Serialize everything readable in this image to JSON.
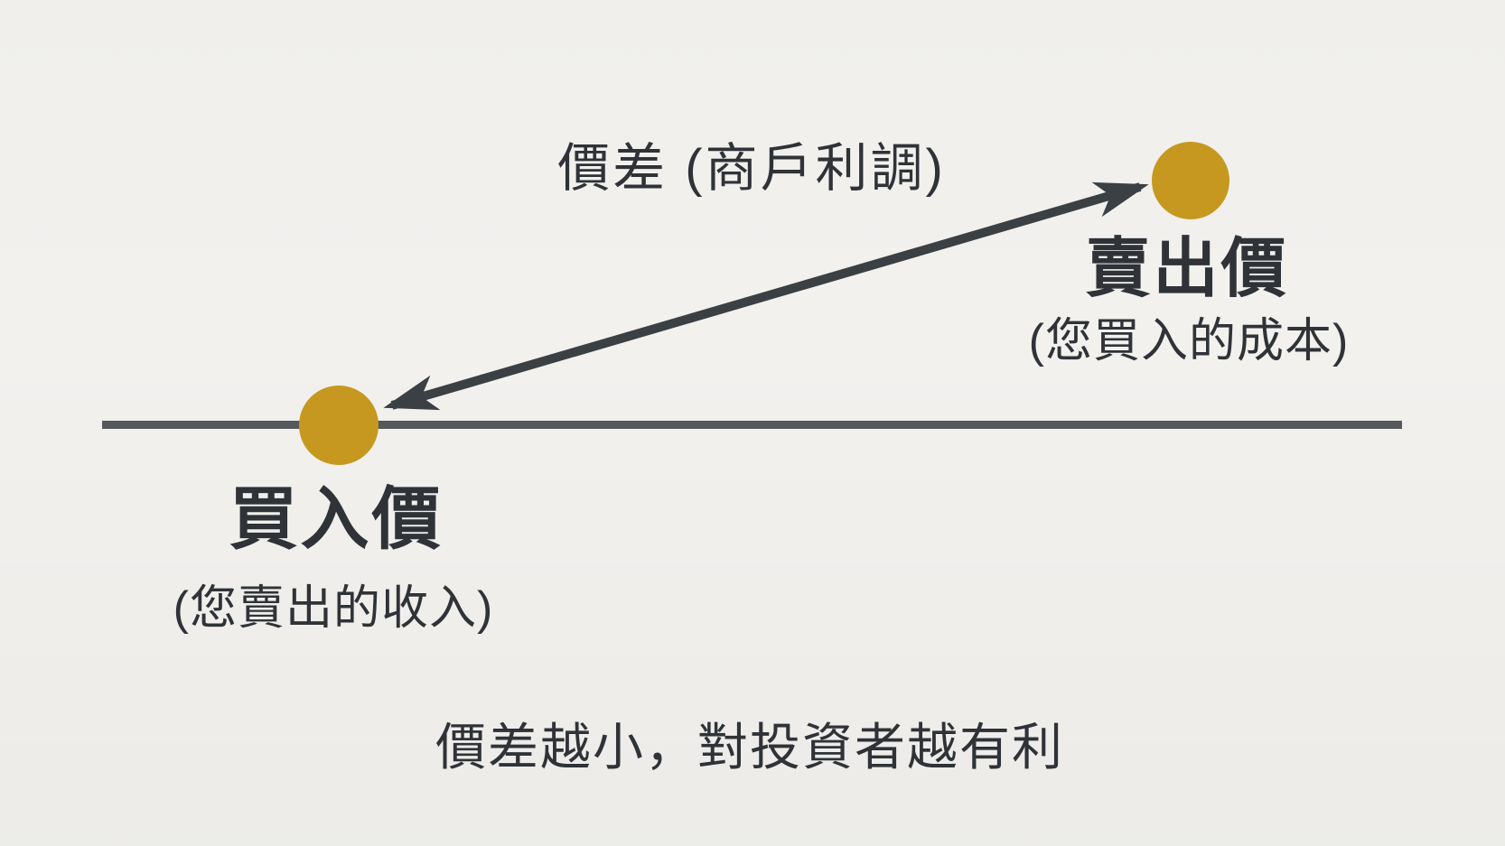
{
  "diagram": {
    "spread_label": "價差 (商戶利調)",
    "sell_point": {
      "title": "賣出價",
      "note": "(您買入的成本)"
    },
    "buy_point": {
      "title": "買入價",
      "note": "(您賣出的收入)"
    },
    "footer": "價差越小，對投資者越有利"
  },
  "colors": {
    "bg": "#f2f1ee",
    "ink": "#2f3338",
    "line": "#54585b",
    "arrow": "#3b4045",
    "gold": "#c6981f"
  },
  "icons": {
    "buy_dot": "gold-circle",
    "sell_dot": "gold-circle",
    "spread_arrow": "double-headed-arrow"
  }
}
